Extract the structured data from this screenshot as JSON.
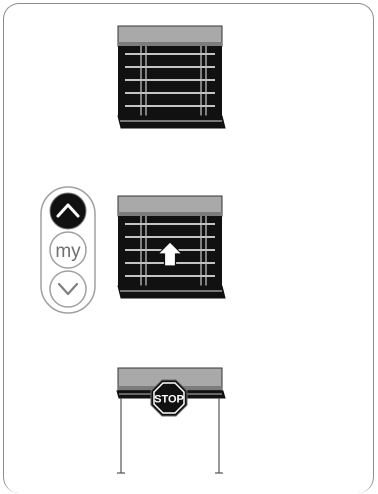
{
  "remote": {
    "up_icon": "chevron-up-icon",
    "my_label": "my",
    "down_icon": "chevron-down-icon",
    "up_button_state": "pressed"
  },
  "blind_closed": {
    "icon": "blind-closed-icon"
  },
  "blind_raising": {
    "arrow_icon": "arrow-up-icon"
  },
  "blind_stopped": {
    "stop_sign_label": "STOP"
  },
  "colors": {
    "blind_fabric": "#111111",
    "headrail": "#a9a9a9",
    "slat_lines": "#ffffff",
    "border": "#8c8c8c",
    "remote_active": "#111111"
  }
}
